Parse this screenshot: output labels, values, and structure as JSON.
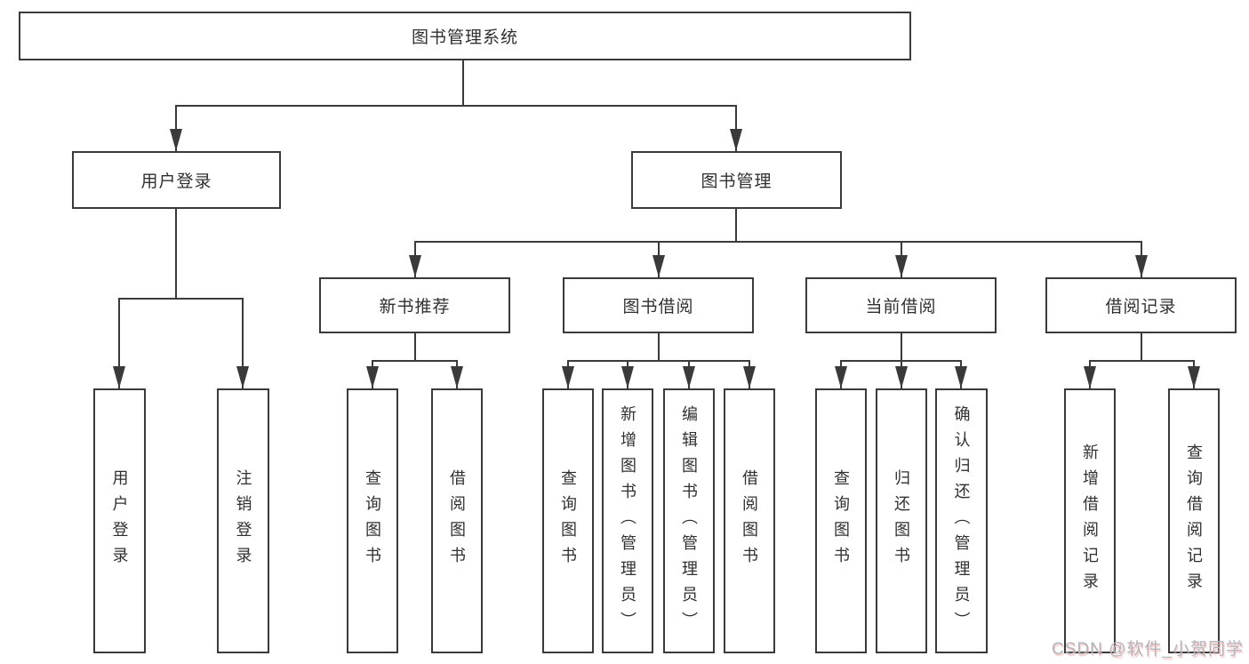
{
  "tree": {
    "label": "图书管理系统",
    "children": [
      {
        "label": "用户登录",
        "children": [
          {
            "label": "用户登录"
          },
          {
            "label": "注销登录"
          }
        ]
      },
      {
        "label": "图书管理",
        "children": [
          {
            "label": "新书推荐",
            "children": [
              {
                "label": "查询图书"
              },
              {
                "label": "借阅图书"
              }
            ]
          },
          {
            "label": "图书借阅",
            "children": [
              {
                "label": "查询图书"
              },
              {
                "label": "新增图书（管理员）"
              },
              {
                "label": "编辑图书（管理员）"
              },
              {
                "label": "借阅图书"
              }
            ]
          },
          {
            "label": "当前借阅",
            "children": [
              {
                "label": "查询图书"
              },
              {
                "label": "归还图书"
              },
              {
                "label": "确认归还（管理员）"
              }
            ]
          },
          {
            "label": "借阅记录",
            "children": [
              {
                "label": "新增借阅记录"
              },
              {
                "label": "查询借阅记录"
              }
            ]
          }
        ]
      }
    ]
  },
  "watermark": {
    "text": "CSDN @软件_小贺同学"
  },
  "colors": {
    "line": "#3a3a3a",
    "box_border": "#3a3a3a",
    "box_fill": "#ffffff",
    "text": "#303030",
    "watermark_gray": "#b2b5bb",
    "watermark_pink": "#f2a6a6"
  }
}
